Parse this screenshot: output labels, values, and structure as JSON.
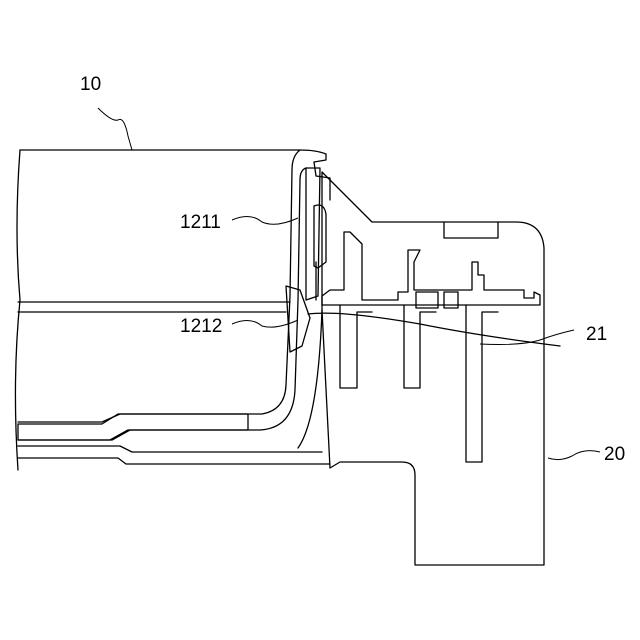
{
  "labels": {
    "ref_10": "10",
    "ref_1211": "1211",
    "ref_1212": "1212",
    "ref_21": "21",
    "ref_20": "20"
  }
}
